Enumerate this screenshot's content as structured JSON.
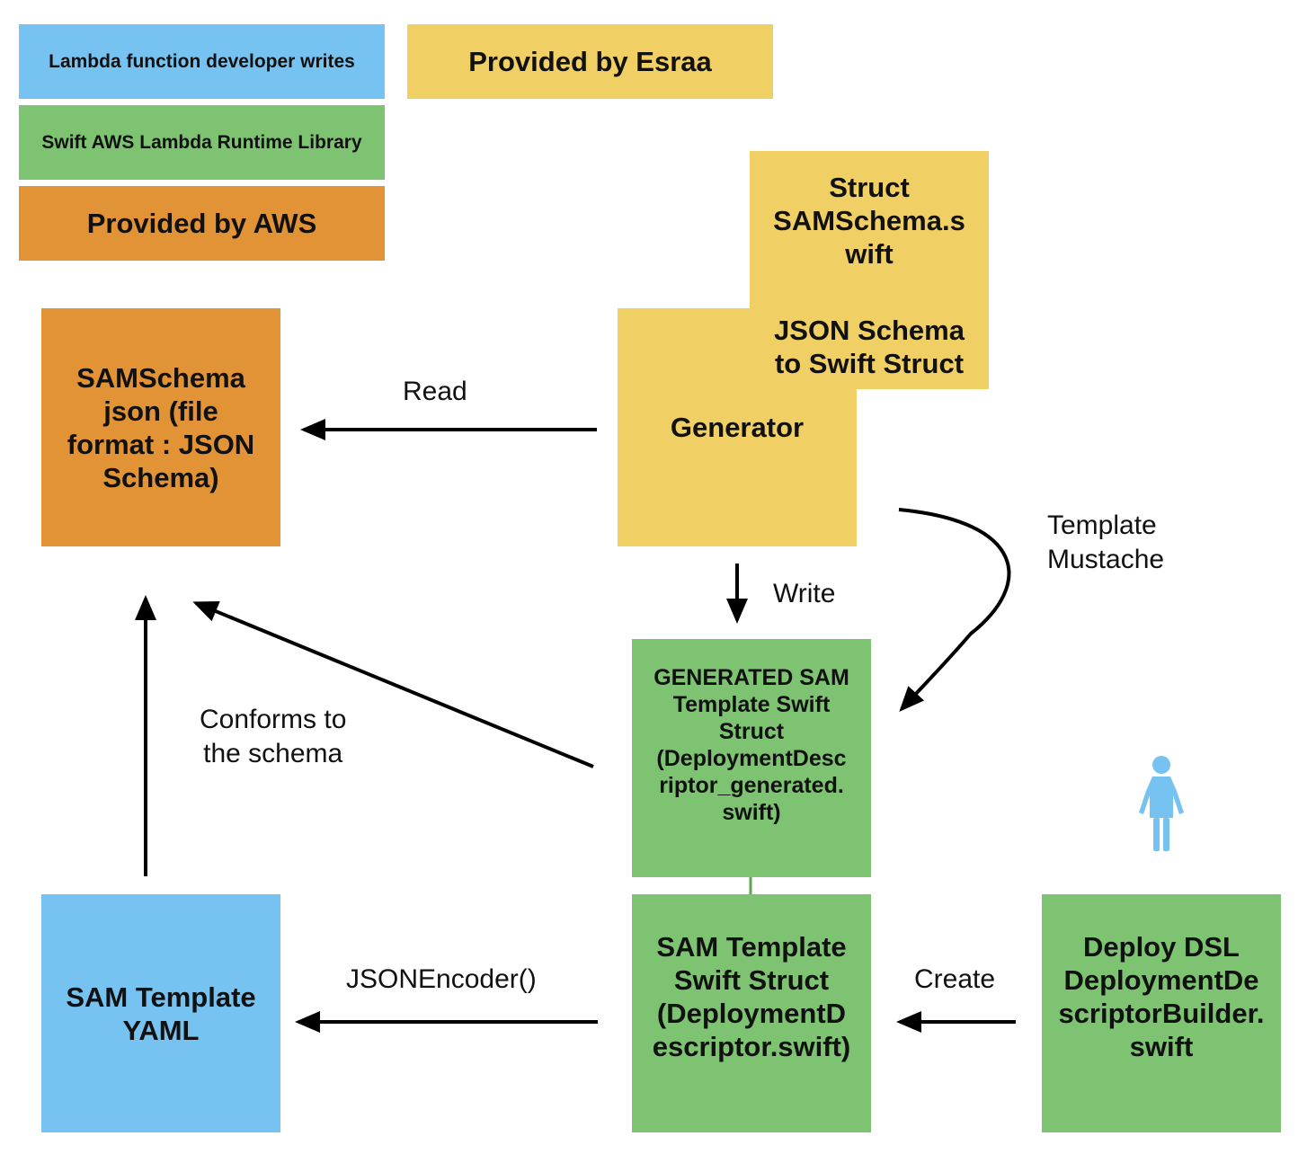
{
  "colors": {
    "blue": "#76C2F1",
    "green": "#7DC371",
    "orange": "#E29335",
    "yellow": "#F0D064",
    "person": "#76C2F1"
  },
  "legend": {
    "developer": "Lambda function developer writes",
    "library": "Swift AWS Lambda Runtime Library",
    "aws": "Provided by AWS",
    "esraa": "Provided by Esraa"
  },
  "nodes": {
    "samschema_json": "SAMSchema\njson (file\nformat : JSON\nSchema)",
    "struct_samschema": "Struct\nSAMSchema.s\nwift",
    "json_schema_to_struct": "JSON Schema\nto Swift Struct",
    "generator": "Generator",
    "generated_struct": "GENERATED SAM\nTemplate Swift\nStruct\n(DeploymentDesc\nriptor_generated.\nswift)",
    "sam_template_struct": "SAM Template\nSwift Struct\n(DeploymentD\nescriptor.swift)",
    "deploy_dsl": "Deploy DSL\nDeploymentDe\nscriptorBuilder.\nswift",
    "sam_template_yaml": "SAM Template\nYAML"
  },
  "edges": {
    "read": "Read",
    "write": "Write",
    "template_mustache": "Template\nMustache",
    "conforms": "Conforms to\nthe schema",
    "json_encoder": "JSONEncoder()",
    "create": "Create"
  },
  "icons": {
    "person": "person-icon"
  }
}
